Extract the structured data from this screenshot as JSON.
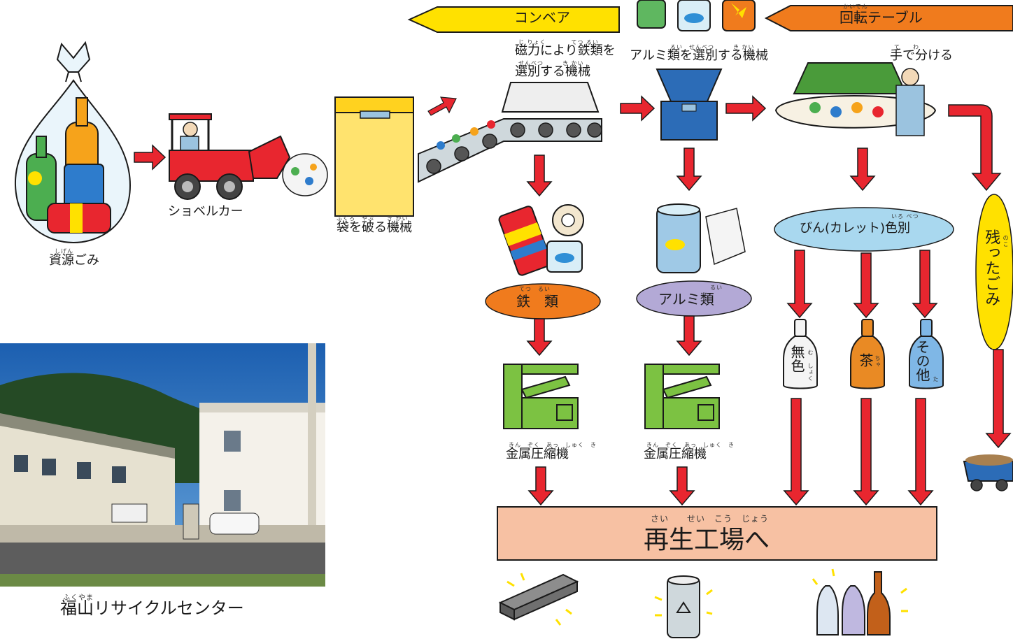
{
  "labels": {
    "resource_garbage": "資源ごみ",
    "resource_garbage_ruby": "しげん",
    "shovel_car": "ショベルカー",
    "bag_breaker": "袋を破る機械",
    "bag_breaker_ruby": "ふくろ　やぶ　　き かい",
    "conveyor": "コンベア",
    "magnet_line1": "磁力により鉄類を",
    "magnet_line2": "選別する機械",
    "magnet_ruby1": "じ りょく　　　　てつ るい",
    "magnet_ruby2": "せんべつ　　　き かい",
    "aluminum_sorter": "アルミ類を選別する機械",
    "aluminum_sorter_ruby": "るい　せんべつ　　　き かい",
    "rotary_table": "回転テーブル",
    "rotary_table_ruby": "かいてん",
    "hand_sort": "手で分ける",
    "hand_sort_ruby": "て　　わ",
    "iron": "鉄　類",
    "iron_ruby": "てつ　るい",
    "aluminum": "アルミ類",
    "aluminum_ruby": "るい",
    "cullet": "びん(カレット)色別",
    "cullet_ruby": "いろ べつ",
    "clear": "無色",
    "clear_ruby": "む しょく",
    "brown": "茶",
    "brown_ruby": "ちゃ",
    "other": "その他",
    "other_ruby": "た",
    "leftover": "残ったごみ",
    "leftover_ruby": "のこ",
    "compressor1": "金属圧縮機",
    "compressor2": "金属圧縮機",
    "compressor_ruby": "きん　ぞく　あっ　しゅく　き",
    "recycle_factory": "再生工場へ",
    "recycle_factory_ruby": "さい　　せい　こう　じょう",
    "center_name": "福山リサイクルセンター",
    "center_name_ruby": "ふくやま"
  },
  "colors": {
    "arrow_red": "#e8262f",
    "yellow": "#ffe100",
    "orange": "#f07b1d",
    "lavender": "#b3a9d6",
    "light_blue": "#a9d8ef",
    "salmon": "#f7c1a3",
    "green_machine": "#7cc242",
    "blue_machine": "#2c6cb7"
  },
  "icons": [
    "garbage-bag-icon",
    "shovel-car-icon",
    "bag-breaker-icon",
    "conveyor-belt-icon",
    "magnet-sorter-icon",
    "aluminum-sorter-icon",
    "rotary-table-icon",
    "steel-cans-icon",
    "aluminum-can-icon",
    "compressor-icon",
    "bottle-icon",
    "dump-truck-icon",
    "steel-beam-icon",
    "recycled-can-icon",
    "recycled-bottles-icon",
    "recycle-center-photo"
  ]
}
